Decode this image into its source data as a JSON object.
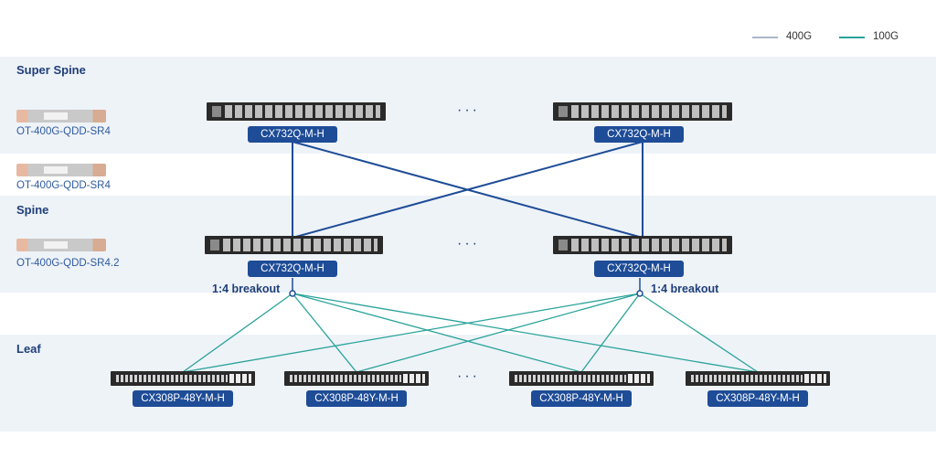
{
  "legend": [
    {
      "label": "400G",
      "color": "#a9b8c8"
    },
    {
      "label": "100G",
      "color": "#2aa39a"
    }
  ],
  "tiers": {
    "super_spine": "Super Spine",
    "spine": "Spine",
    "leaf": "Leaf"
  },
  "modules": {
    "super_spine": "OT-400G-QDD-SR4",
    "between": "OT-400G-QDD-SR4",
    "spine": "OT-400G-QDD-SR4.2"
  },
  "super_spine_switches": [
    {
      "model": "CX732Q-M-H"
    },
    {
      "model": "CX732Q-M-H"
    }
  ],
  "spine_switches": [
    {
      "model": "CX732Q-M-H"
    },
    {
      "model": "CX732Q-M-H"
    }
  ],
  "leaf_switches": [
    {
      "model": "CX308P-48Y-M-H"
    },
    {
      "model": "CX308P-48Y-M-H"
    },
    {
      "model": "CX308P-48Y-M-H"
    },
    {
      "model": "CX308P-48Y-M-H"
    }
  ],
  "breakout_label": "1:4 breakout",
  "ellipsis": "···",
  "colors": {
    "link_400g": "#1e4c97",
    "link_100g": "#2aa39a",
    "band": "#eef3f8",
    "pill": "#1e4c97"
  }
}
